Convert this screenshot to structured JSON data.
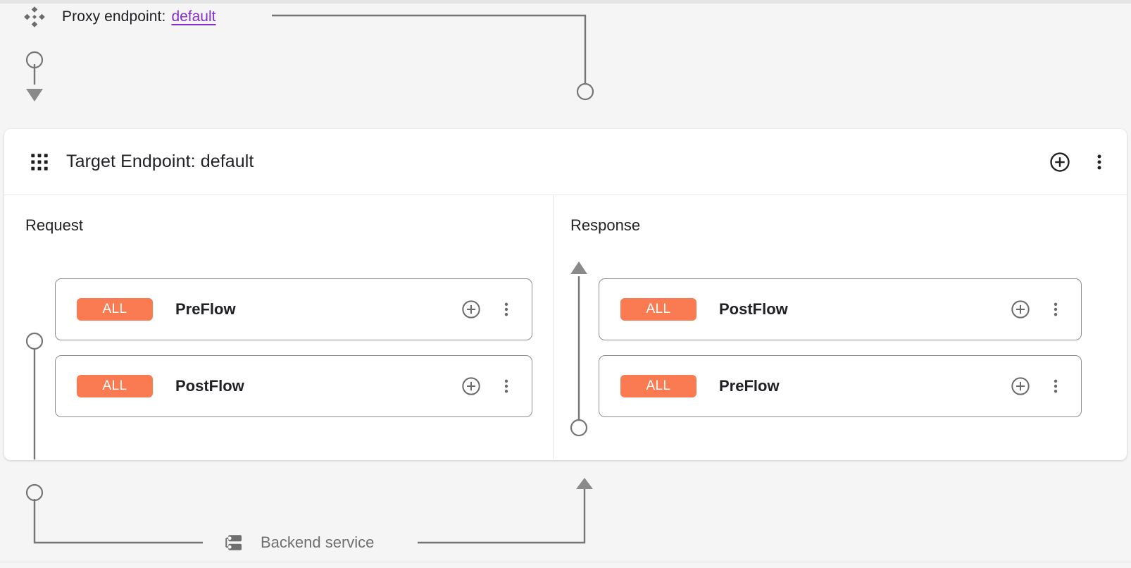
{
  "page": {
    "background": "#f5f5f5",
    "panel_background": "#ffffff"
  },
  "proxy": {
    "icon": "proxy-endpoint-icon",
    "label": "Proxy endpoint:",
    "link_text": "default",
    "link_color": "#8430ce"
  },
  "target_panel": {
    "icon": "grid-apps-icon",
    "title": "Target Endpoint: default",
    "actions": [
      {
        "name": "add-icon",
        "glyph": "plus-circle"
      },
      {
        "name": "more-options-icon",
        "glyph": "vertical-dots"
      }
    ]
  },
  "columns": [
    {
      "id": "request",
      "title": "Request",
      "flow_direction": "down",
      "cards": [
        {
          "badge": "ALL",
          "badge_color": "#fa7b52",
          "name": "PreFlow",
          "actions": [
            {
              "name": "add-policy-icon",
              "glyph": "plus-circle"
            },
            {
              "name": "flow-more-options-icon",
              "glyph": "vertical-dots"
            }
          ]
        },
        {
          "badge": "ALL",
          "badge_color": "#fa7b52",
          "name": "PostFlow",
          "actions": [
            {
              "name": "add-policy-icon",
              "glyph": "plus-circle"
            },
            {
              "name": "flow-more-options-icon",
              "glyph": "vertical-dots"
            }
          ]
        }
      ]
    },
    {
      "id": "response",
      "title": "Response",
      "flow_direction": "up",
      "cards": [
        {
          "badge": "ALL",
          "badge_color": "#fa7b52",
          "name": "PostFlow",
          "actions": [
            {
              "name": "add-policy-icon",
              "glyph": "plus-circle"
            },
            {
              "name": "flow-more-options-icon",
              "glyph": "vertical-dots"
            }
          ]
        },
        {
          "badge": "ALL",
          "badge_color": "#fa7b52",
          "name": "PreFlow",
          "actions": [
            {
              "name": "add-policy-icon",
              "glyph": "plus-circle"
            },
            {
              "name": "flow-more-options-icon",
              "glyph": "vertical-dots"
            }
          ]
        }
      ]
    }
  ],
  "backend": {
    "icon": "backend-service-icon",
    "label": "Backend service",
    "label_color": "#6f6f6f"
  },
  "connectors": {
    "stroke": "#757575",
    "items": [
      {
        "name": "proxy-out-wire",
        "from": "proxy-endpoint",
        "to": "target-inbound-node"
      },
      {
        "name": "proxy-request-arrow",
        "from": "proxy-request-node",
        "to": "proxy-request-arrowhead"
      },
      {
        "name": "target-out-wire",
        "from": "target-outbound-node",
        "to": "backend-service"
      },
      {
        "name": "backend-return-wire",
        "from": "backend-service",
        "to": "target-response-arrowhead"
      }
    ]
  }
}
